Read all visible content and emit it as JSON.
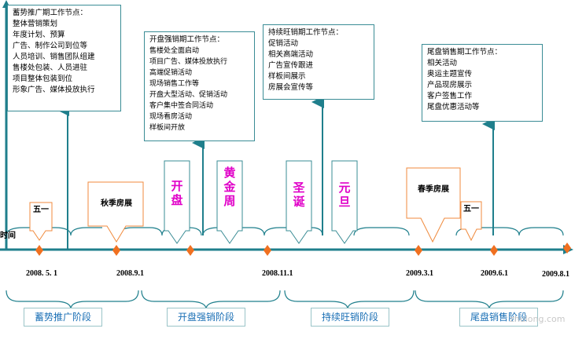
{
  "boxes": {
    "box1": {
      "title": "蓄势推广期工作节点：",
      "lines": [
        "整体营销策划",
        "年度计划、预算",
        "广告、制作公司到位等",
        "人员培训、销售团队组建",
        "售楼处包装、人员进驻",
        "项目整体包装到位",
        "形象广告、媒体投放执行"
      ]
    },
    "box2": {
      "title": "开盘强销期工作节点：",
      "lines": [
        "售楼处全面启动",
        "项目广告、媒体投放执行",
        "高端促销活动",
        "现场销售工作等",
        "开盘大型活动、促销活动",
        "客户集中签合同活动",
        "现场看房活动",
        "样板间开放"
      ]
    },
    "box3": {
      "title": "持续旺销期工作节点：",
      "lines": [
        "促销活动",
        "相关高端活动",
        "广告宣传跟进",
        "样板间展示",
        "房展会宣传等"
      ]
    },
    "box4": {
      "title": "尾盘销售期工作节点：",
      "lines": [
        "相关活动",
        "奥运主题宣传",
        "产品现房展示",
        "客户签售工作",
        "尾盘优惠活动等"
      ]
    }
  },
  "callouts": {
    "wuyi1": "五一",
    "qiuji": "秋季房展",
    "kaipan": "开盘",
    "huangjinzhou": "黄金周",
    "shengdan": "圣诞",
    "yuandan": "元旦",
    "chunji": "春季房展",
    "wuyi2": "五一"
  },
  "axis_label": "时间",
  "dates": {
    "d1": "2008. 5. 1",
    "d2": "2008.9.1",
    "d3": "2008.11.1",
    "d4": "2009.3.1",
    "d5": "2009.6.1",
    "d6": "2009.8.1"
  },
  "phases": {
    "p1": "蓄势推广阶段",
    "p2": "开盘强销阶段",
    "p3": "持续旺销阶段",
    "p4": "尾盘销售阶段"
  },
  "watermark": "zhulong.com",
  "colors": {
    "teal": "#1f7f8c",
    "marker": "#f07020",
    "callout_border_teal": "#3a8c95",
    "callout_border_orange": "#f08a3c",
    "pink_text": "#e000c8",
    "phase_text": "#1a6fb5"
  }
}
